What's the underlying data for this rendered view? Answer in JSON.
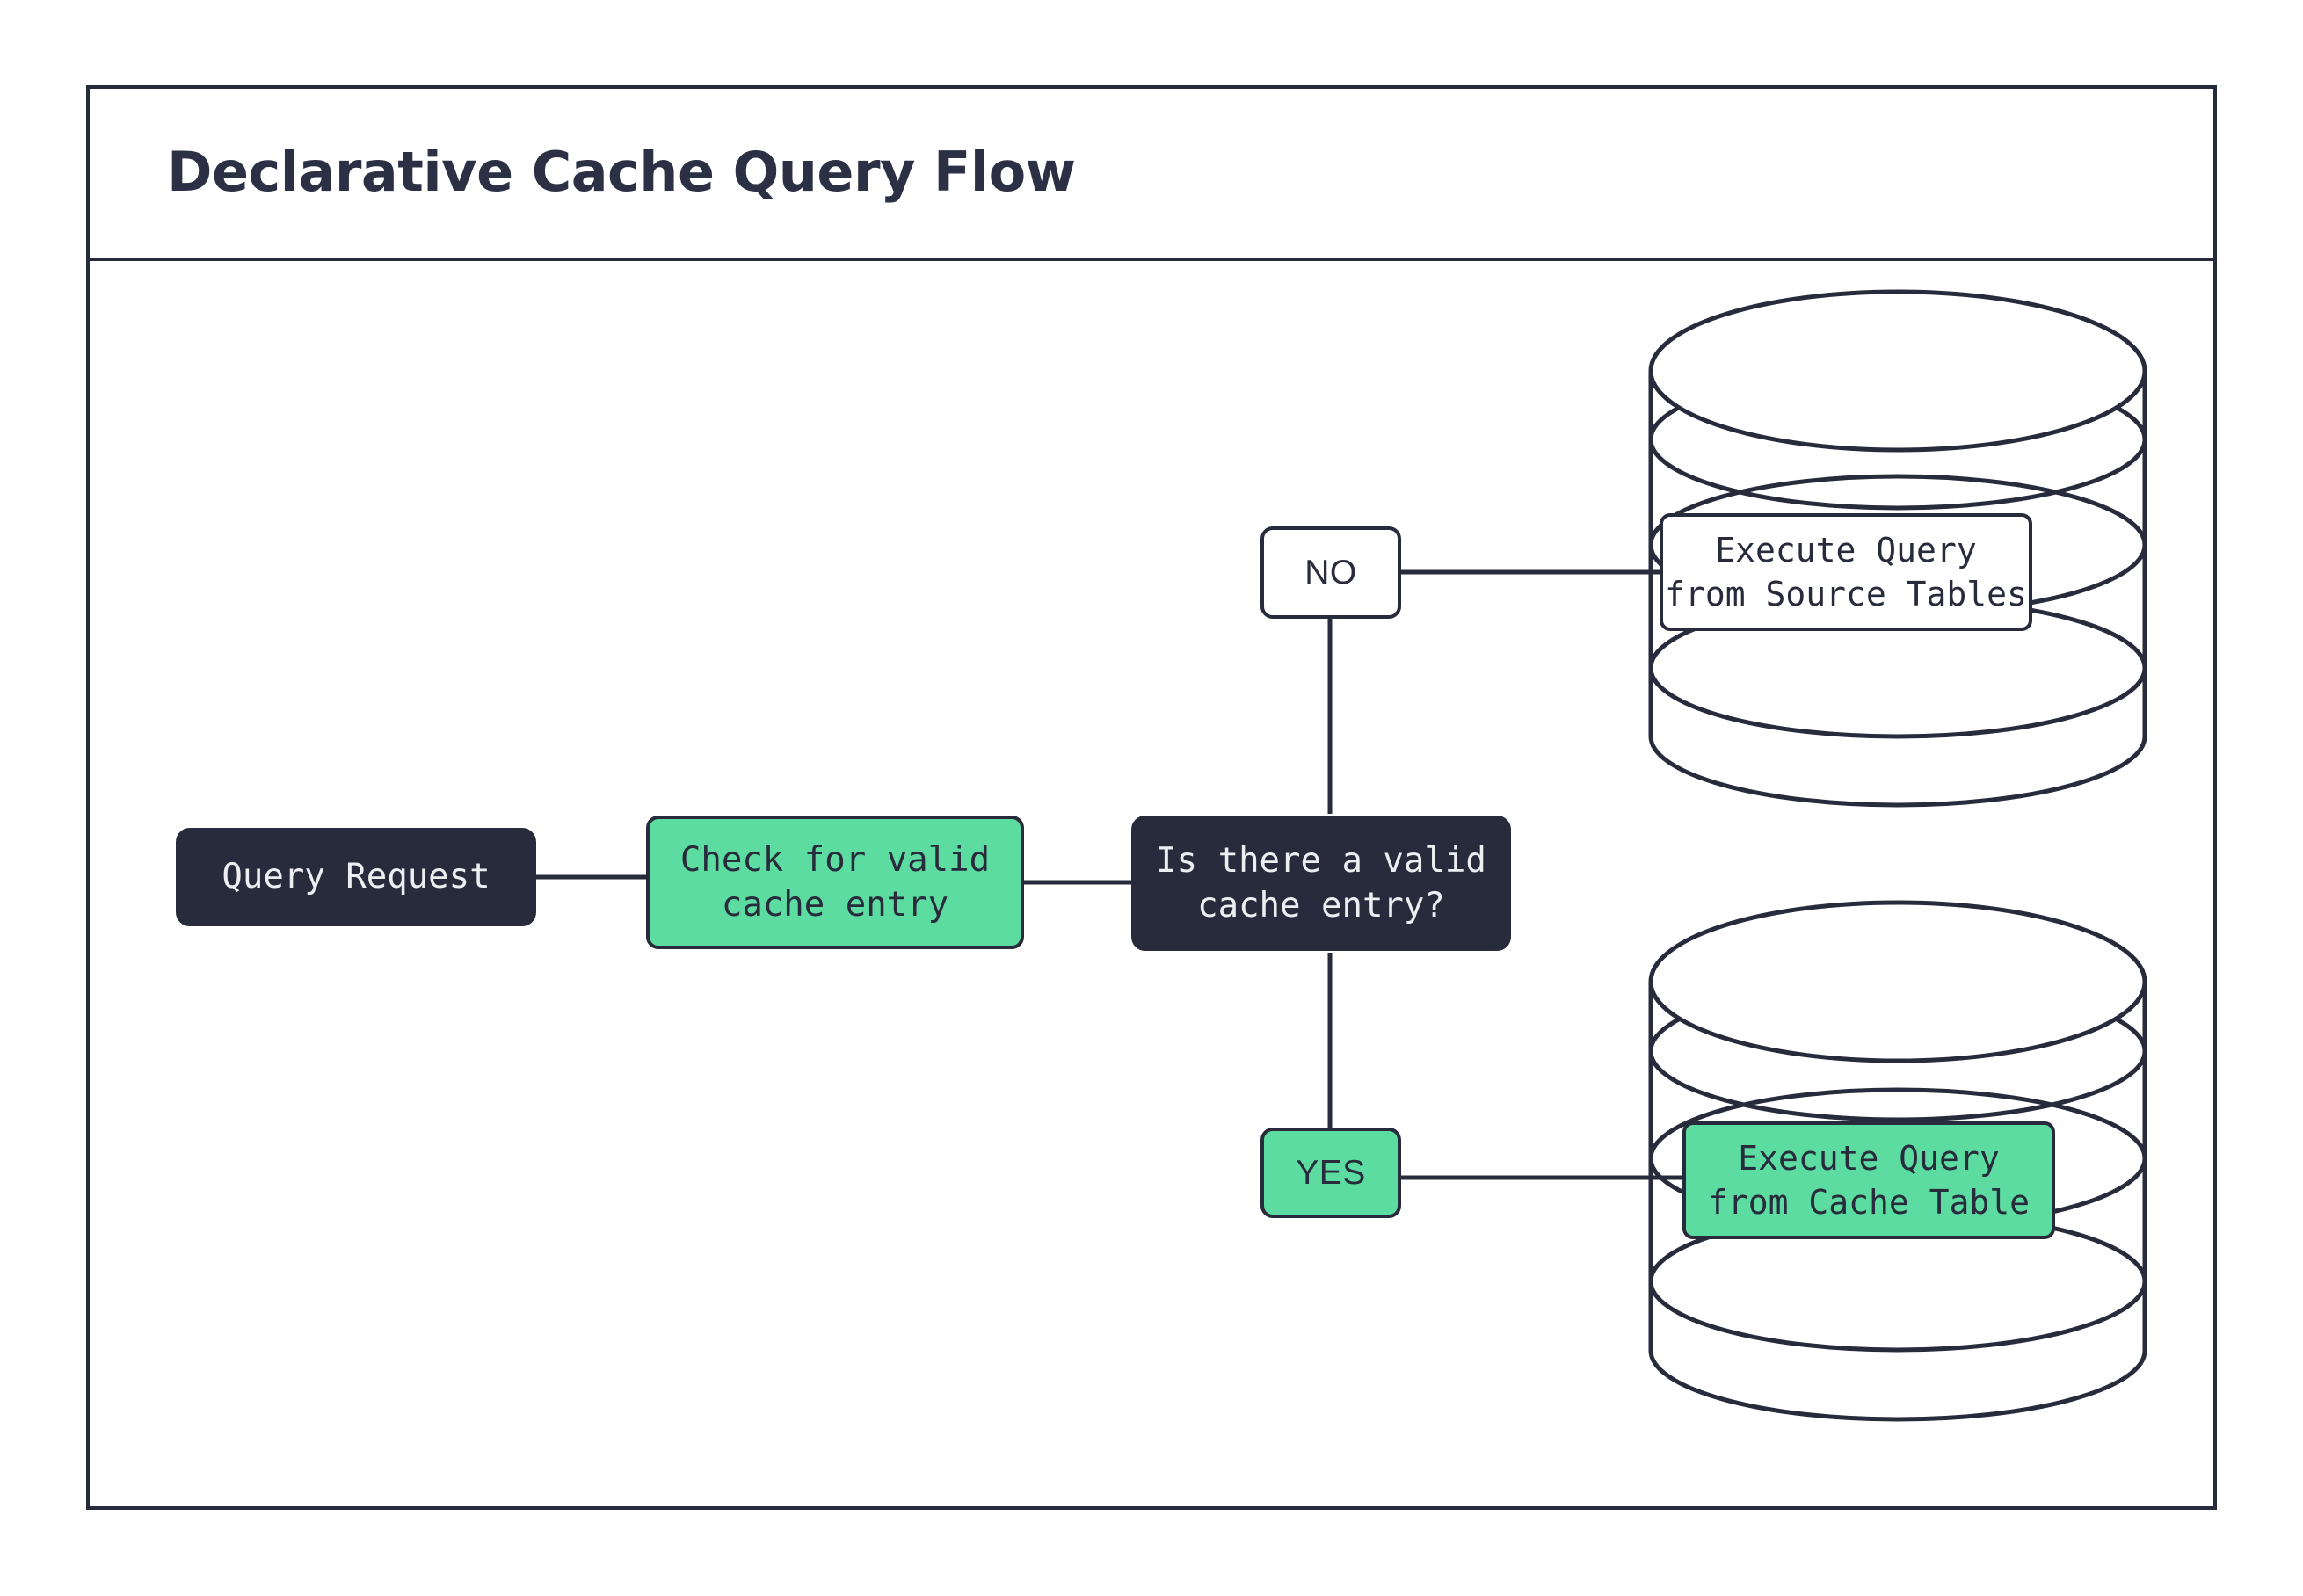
{
  "header": {
    "title": "Declarative Cache Query Flow"
  },
  "colors": {
    "ink": "#272b3b",
    "accent_green": "#5cdca1",
    "surface": "#ffffff",
    "dark_text": "#eceef2"
  },
  "diagram": {
    "type": "flowchart",
    "nodes": [
      {
        "id": "query-request",
        "label": "Query Request",
        "shape": "rounded-rect",
        "style": "dark"
      },
      {
        "id": "check-cache",
        "label": "Check for valid\ncache entry",
        "shape": "rounded-rect",
        "style": "green"
      },
      {
        "id": "decision",
        "label": "Is there a valid\ncache entry?",
        "shape": "rounded-rect",
        "style": "dark"
      },
      {
        "id": "source-tables",
        "label": "Execute Query\nfrom Source Tables",
        "shape": "database-cylinder",
        "style": "white"
      },
      {
        "id": "cache-table",
        "label": "Execute Query\nfrom Cache Table",
        "shape": "database-cylinder",
        "style": "green"
      }
    ],
    "branch_labels": [
      {
        "id": "no",
        "label": "NO",
        "style": "white"
      },
      {
        "id": "yes",
        "label": "YES",
        "style": "green"
      }
    ],
    "edges": [
      {
        "from": "query-request",
        "to": "check-cache"
      },
      {
        "from": "check-cache",
        "to": "decision"
      },
      {
        "from": "decision",
        "to": "no",
        "label": "NO"
      },
      {
        "from": "no",
        "to": "source-tables"
      },
      {
        "from": "decision",
        "to": "yes",
        "label": "YES"
      },
      {
        "from": "yes",
        "to": "cache-table"
      }
    ]
  }
}
